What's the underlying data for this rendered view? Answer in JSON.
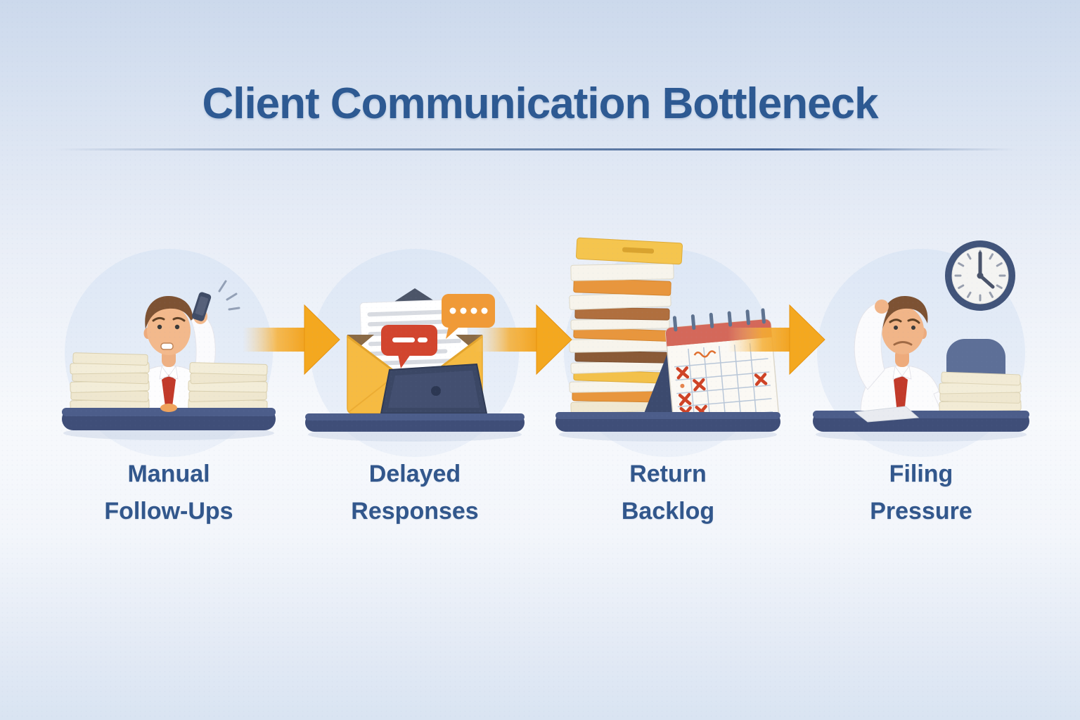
{
  "title": "Client Communication Bottleneck",
  "stages": [
    {
      "label_lines": [
        "Manual",
        "Follow-Ups"
      ],
      "illustration": "man-on-phone-with-paper-stacks"
    },
    {
      "label_lines": [
        "Delayed",
        "Responses"
      ],
      "illustration": "open-envelope-chat-bubbles-laptop"
    },
    {
      "label_lines": [
        "Return",
        "Backlog"
      ],
      "illustration": "folder-stack-and-calendar-with-x-marks"
    },
    {
      "label_lines": [
        "Filing",
        "Pressure"
      ],
      "illustration": "stressed-man-with-clock"
    }
  ],
  "flow": {
    "arrow_icon": "right-arrow",
    "arrow_count": 3
  },
  "icons": [
    "phone-icon",
    "paper-stack-icon",
    "envelope-icon",
    "speech-bubble-icon",
    "laptop-icon",
    "folder-stack-icon",
    "calendar-icon",
    "clock-icon"
  ],
  "colors": {
    "title_text": "#2d5992",
    "label_text": "#32578c",
    "arrow_orange": "#f2a31f",
    "panel_circle": "#e2eaf6",
    "desk_navy": "#3f4e78",
    "tie_red": "#c23a2a",
    "bubble_red": "#d2452e",
    "bubble_orange": "#f09a37",
    "envelope_yellow": "#f6bb42",
    "background_top": "#ccd9ec",
    "background_bottom": "#d9e4f2"
  }
}
